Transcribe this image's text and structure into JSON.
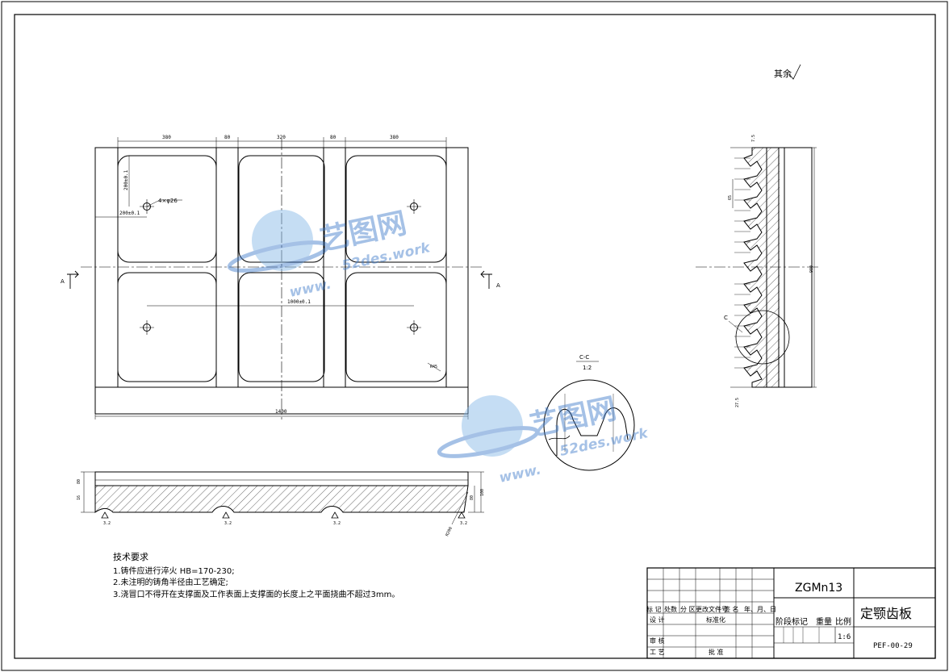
{
  "roughness_note": "其余",
  "dimensions": {
    "top": [
      "380",
      "80",
      "320",
      "80",
      "380"
    ],
    "overall_width": "1400",
    "hole_v_offset": "200±0.1",
    "hole_h_offset": "200±0.1",
    "hole_spacing": "1000±0.1",
    "hole_note": "4×φ26",
    "corner_radius": "R45",
    "side_top": "7.5",
    "side_pitch": "65",
    "side_height": "900",
    "side_bottom": "27.5",
    "section_left_1": "80",
    "section_left_2": "16",
    "section_right_1": "80",
    "section_right_2": "100",
    "section_radius": "R200"
  },
  "section_marks": {
    "left": "A",
    "right": "A",
    "detail_ref": "C"
  },
  "detail_view": {
    "label": "C-C",
    "scale": "1:2"
  },
  "roughness_symbol": "3.2",
  "watermark": {
    "brand": "艺图网",
    "url_top": "52des.work",
    "url_bottom": "www."
  },
  "tech_requirements": {
    "title": "技术要求",
    "items": [
      "1.铸件应进行淬火 HB=170-230;",
      "2.未注明的铸角半径由工艺确定;",
      "3.浇冒口不得开在支撑面及工作表面上支撑面的长度上之平面挠曲不超过3mm。"
    ]
  },
  "title_block": {
    "material": "ZGMn13",
    "part_name": "定颚齿板",
    "drawing_no": "PEF-00-29",
    "scale": "1:6",
    "header_row": [
      "标 记",
      "处数",
      "分 区",
      "更改文件号",
      "签 名",
      "年、月、日"
    ],
    "design": "设 计",
    "standardization": "标准化",
    "review": "审 核",
    "process": "工 艺",
    "approve": "批 准",
    "stage_mark": "阶段标记",
    "weight": "重量",
    "ratio": "比例"
  }
}
